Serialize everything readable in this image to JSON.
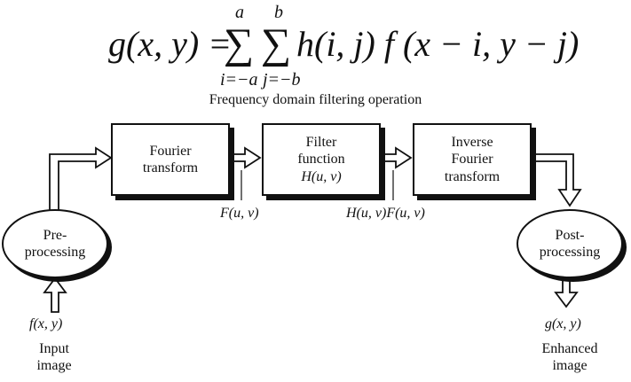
{
  "formula": {
    "lhs": "g(x, y) = ",
    "sum1_upper": "a",
    "sum1_lower": "i=−a",
    "sum2_upper": "b",
    "sum2_lower": "j=−b",
    "sigma": "∑",
    "rhs": "h(i, j) f (x − i, y − j)"
  },
  "caption": "Frequency domain filtering operation",
  "nodes": {
    "preprocessing": {
      "line1": "Pre-",
      "line2": "processing"
    },
    "fourier": {
      "line1": "Fourier",
      "line2": "transform"
    },
    "filter": {
      "line1": "Filter",
      "line2": "function",
      "line3": "H(u, v)"
    },
    "inverse": {
      "line1": "Inverse",
      "line2": "Fourier",
      "line3": "transform"
    },
    "postprocessing": {
      "line1": "Post-",
      "line2": "processing"
    }
  },
  "signals": {
    "fuv": "F(u, v)",
    "hfuv": "H(u, v)F(u, v)",
    "fxy": "f(x, y)",
    "gxy": "g(x, y)"
  },
  "io": {
    "input_line1": "Input",
    "input_line2": "image",
    "output_line1": "Enhanced",
    "output_line2": "image"
  }
}
